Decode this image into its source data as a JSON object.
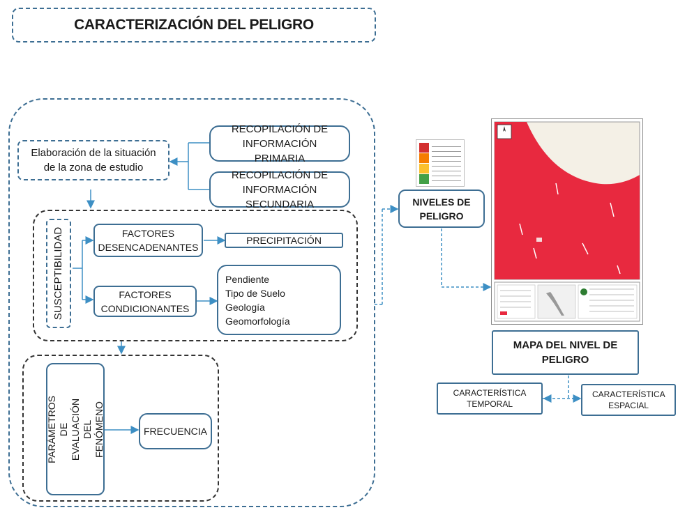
{
  "title": "CARACTERIZACIÓN DEL PELIGRO",
  "nodes": {
    "elaboracion": "Elaboración de la situación de la zona de estudio",
    "recop_primaria": "RECOPILACIÓN DE INFORMACIÓN PRIMARIA",
    "recop_secundaria": "RECOPILACIÓN DE INFORMACIÓN SECUNDARIA",
    "susceptibilidad": "SUSCEPTIBILIDAD",
    "factores_desencadenantes": "FACTORES DESENCADENANTES",
    "precipitacion": "PRECIPITACIÓN",
    "factores_condicionantes": "FACTORES CONDICIONANTES",
    "condicionantes_list": [
      "Pendiente",
      "Tipo de Suelo",
      "Geología",
      "Geomorfología"
    ],
    "parametros": "PARÁMETROS DE EVALUACIÓN DEL FENÓMENO",
    "frecuencia": "FRECUENCIA",
    "niveles_peligro": "NIVELES DE PELIGRO",
    "mapa_nivel": "MAPA DEL NIVEL DE PELIGRO",
    "caracteristica_temporal": "CARACTERÍSTICA TEMPORAL",
    "caracteristica_espacial": "CARACTERÍSTICA ESPACIAL"
  },
  "colors": {
    "box_border": "#3d6e93",
    "map_red": "#e8293f",
    "legend_levels": [
      "#d32f2f",
      "#f57c00",
      "#fbc02d",
      "#43a047"
    ]
  }
}
